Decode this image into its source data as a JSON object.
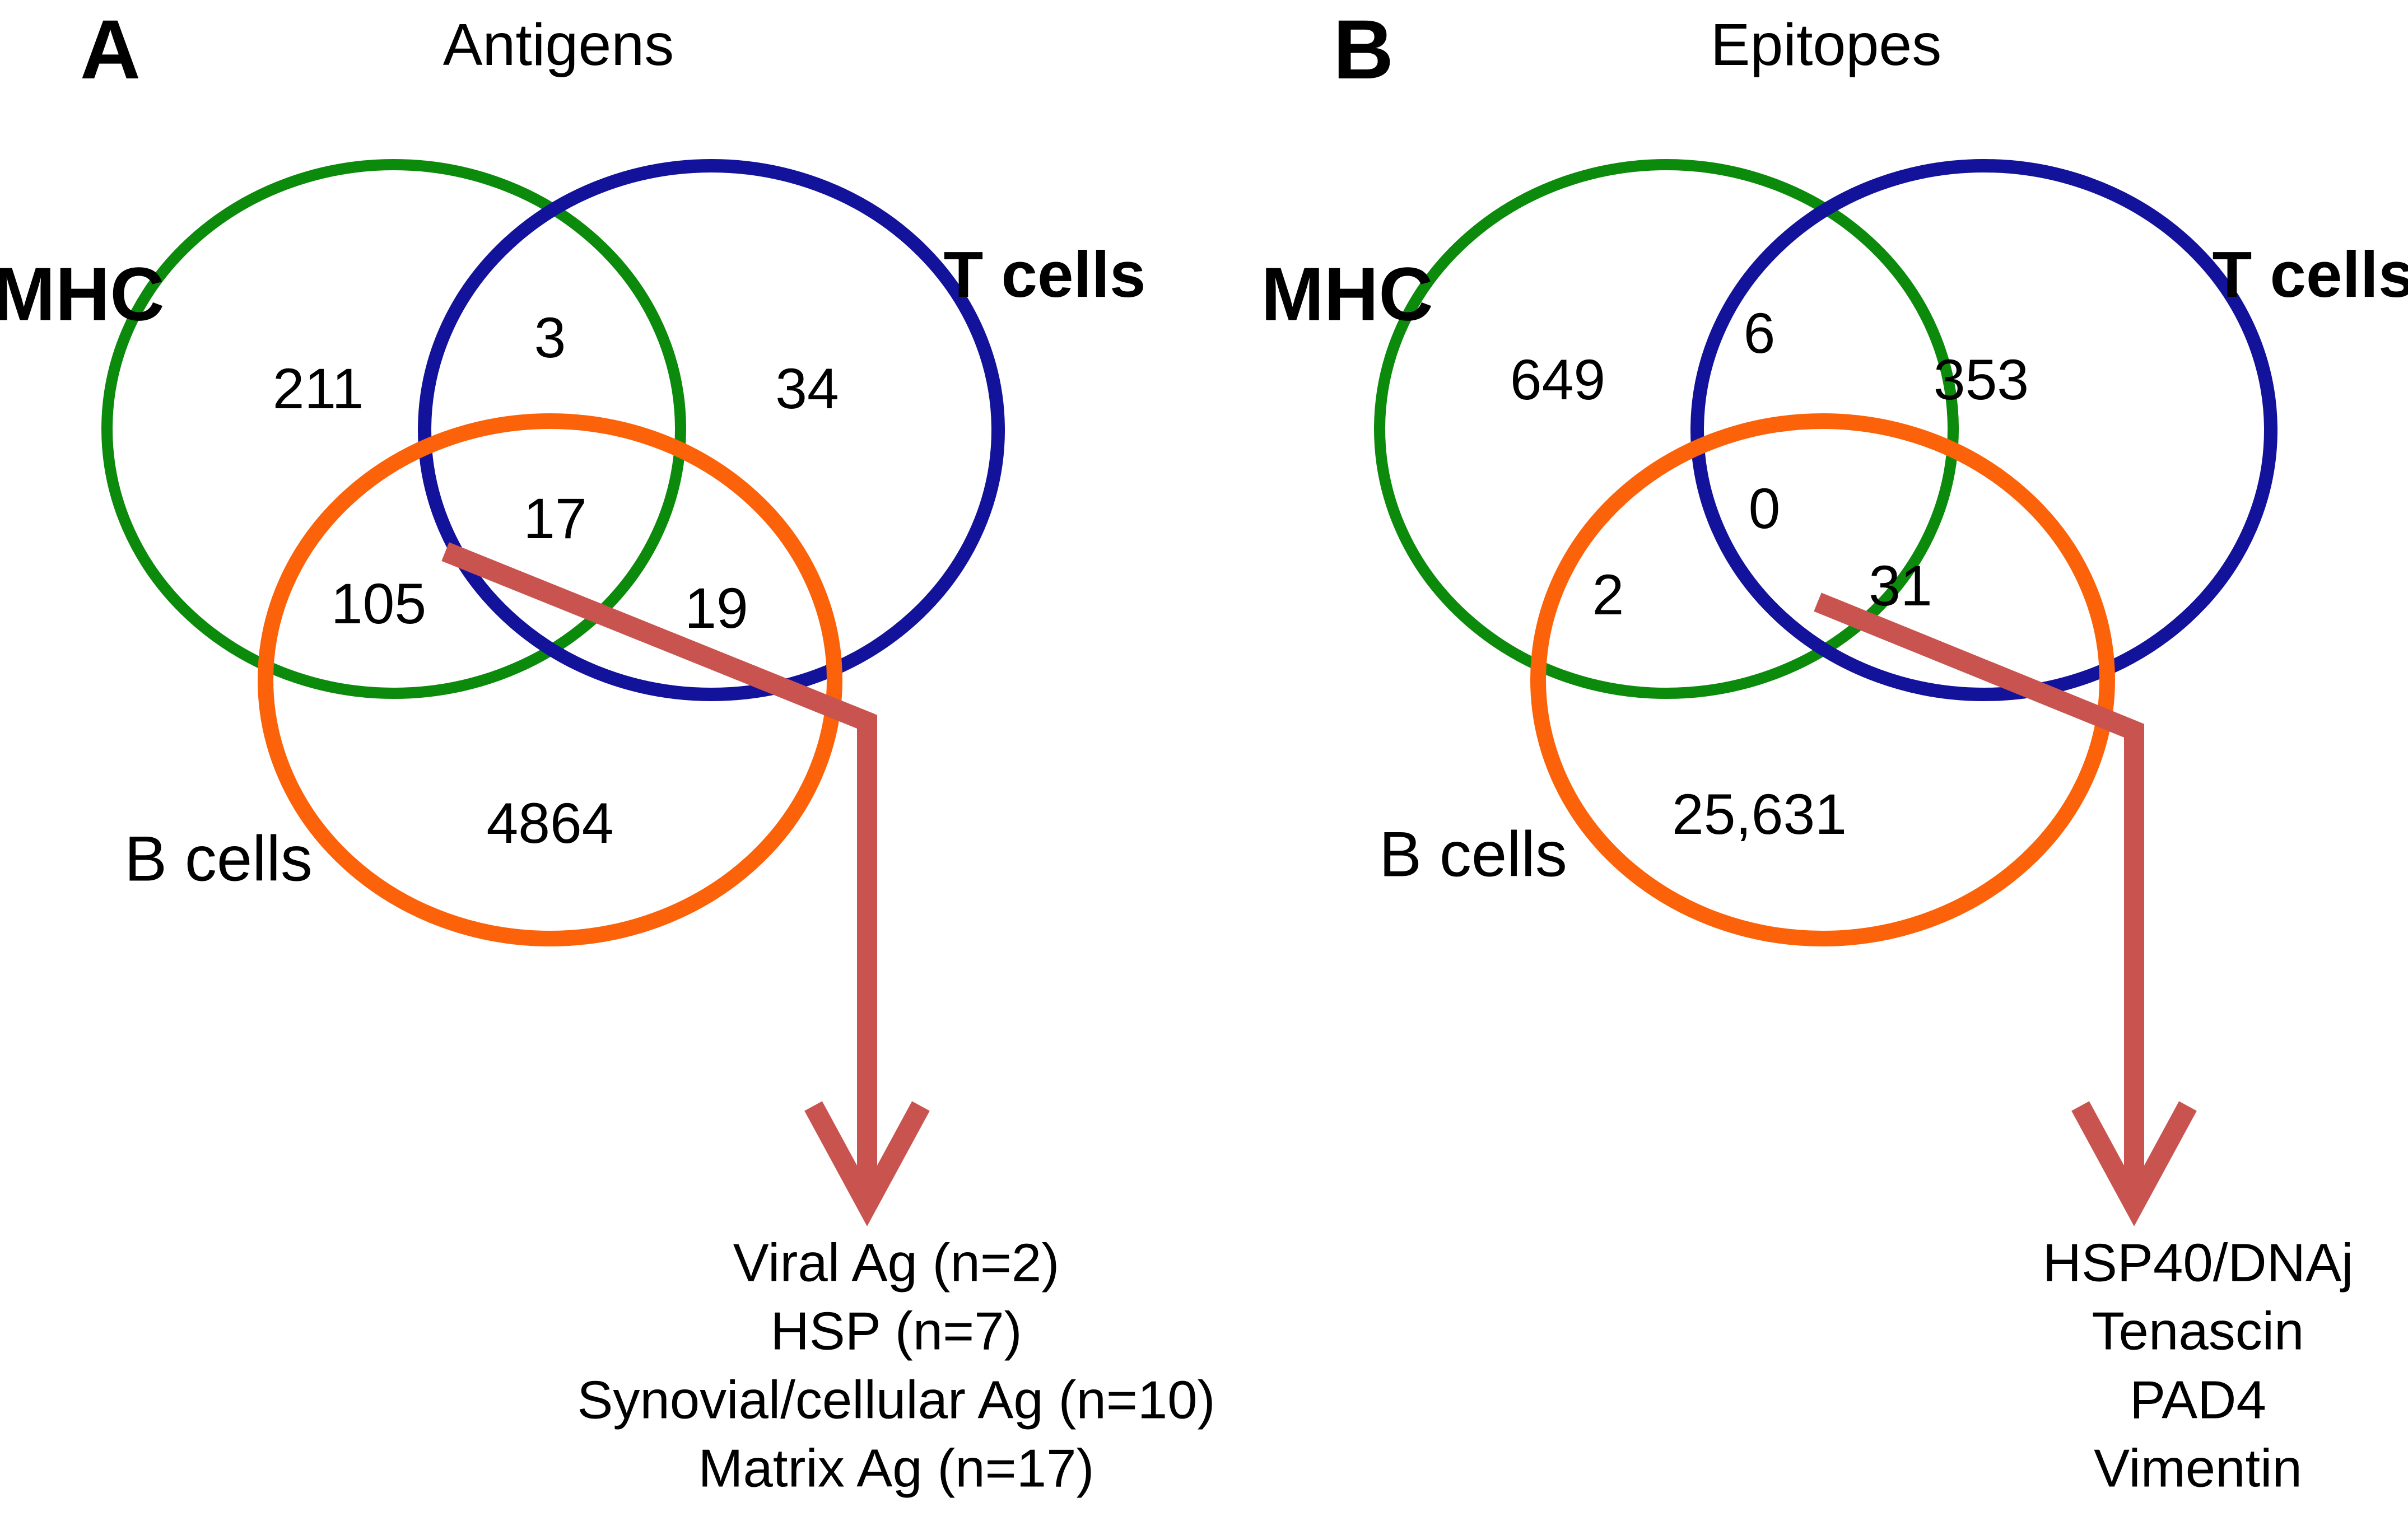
{
  "colors": {
    "mhc_green": "#0B8A0B",
    "t_cells_blue": "#12129B",
    "b_cells_orange": "#FB6209",
    "highlight_red": "#FA4A1E",
    "arrow_red": "#C9534F",
    "text_black": "#000000"
  },
  "panel_a": {
    "panel_label": "A",
    "title": "Antigens",
    "set_labels": {
      "mhc": "MHC",
      "t_cells": "T cells",
      "b_cells": "B cells"
    },
    "counts": {
      "mhc_only": "211",
      "mhc_and_t": "3",
      "t_only": "34",
      "mhc_and_t_and_b": "17",
      "mhc_and_b": "105",
      "t_and_b": "19",
      "b_only": "4864"
    },
    "callout_lines": [
      "Viral Ag (n=2)",
      "HSP (n=7)",
      "Synovial/cellular Ag (n=10)",
      "Matrix Ag (n=17)"
    ]
  },
  "panel_b": {
    "panel_label": "B",
    "title": "Epitopes",
    "set_labels": {
      "mhc": "MHC",
      "t_cells": "T cells",
      "b_cells": "B cells"
    },
    "counts": {
      "mhc_only": "649",
      "mhc_and_t": "6",
      "t_only": "353",
      "mhc_and_t_and_b": "0",
      "mhc_and_b": "2",
      "t_and_b": "31",
      "b_only": "25,631"
    },
    "callout_lines": [
      "HSP40/DNAj",
      "Tenascin",
      "PAD4",
      "Vimentin"
    ]
  },
  "chart_data": {
    "type": "venn",
    "panels": [
      {
        "panel": "A",
        "title": "Antigens",
        "sets": [
          "MHC",
          "T cells",
          "B cells"
        ],
        "regions": {
          "MHC_only": 211,
          "MHC_and_Tcells": 3,
          "Tcells_only": 34,
          "MHC_and_Tcells_and_Bcells": 17,
          "MHC_and_Bcells": 105,
          "Tcells_and_Bcells": 19,
          "Bcells_only": 4864
        },
        "highlighted_regions": [
          "MHC_and_Tcells_and_Bcells",
          "Tcells_and_Bcells"
        ],
        "arrow_annotation": [
          "Viral Ag (n=2)",
          "HSP (n=7)",
          "Synovial/cellular Ag (n=10)",
          "Matrix Ag (n=17)"
        ]
      },
      {
        "panel": "B",
        "title": "Epitopes",
        "sets": [
          "MHC",
          "T cells",
          "B cells"
        ],
        "regions": {
          "MHC_only": 649,
          "MHC_and_Tcells": 6,
          "Tcells_only": 353,
          "MHC_and_Tcells_and_Bcells": 0,
          "MHC_and_Bcells": 2,
          "Tcells_and_Bcells": 31,
          "Bcells_only": 25631
        },
        "highlighted_regions": [
          "MHC_and_Tcells_and_Bcells",
          "Tcells_and_Bcells"
        ],
        "arrow_annotation": [
          "HSP40/DNAj",
          "Tenascin",
          "PAD4",
          "Vimentin"
        ]
      }
    ]
  }
}
